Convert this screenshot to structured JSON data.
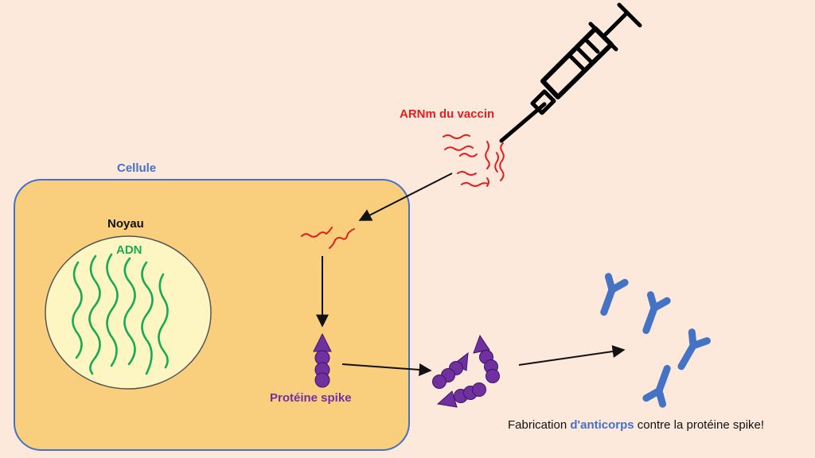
{
  "labels": {
    "cellule": "Cellule",
    "noyau": "Noyau",
    "adn": "ADN",
    "arnm": "ARNm du vaccin",
    "spike": "Protéine spike"
  },
  "caption": {
    "before": "Fabrication ",
    "highlight": "d'anticorps",
    "after": " contre la protéine spike!"
  },
  "colors": {
    "background": "#fce9dc",
    "cell_fill": "#f9cf7d",
    "cell_border": "#4472c4",
    "nucleus_fill": "#fdf6c3",
    "dna": "#1aaa55",
    "mrna": "#e02020",
    "protein": "#7030a0",
    "antibody": "#4472c4",
    "arrows": "#111111"
  },
  "icons": [
    "syringe-icon",
    "antibody-icon",
    "spike-protein-icon",
    "mrna-strand-icon",
    "dna-strand-icon"
  ]
}
